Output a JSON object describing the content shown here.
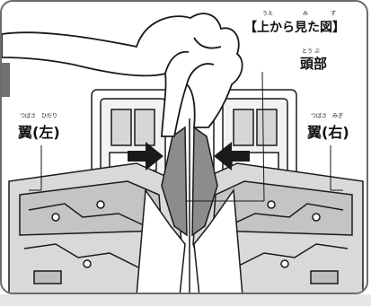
{
  "title": "【上から見た図】",
  "title_ruby": {
    "ue": "うえ",
    "mi": "み",
    "zu": "ず"
  },
  "labels": {
    "head": "頭部",
    "head_ruby": "とう ぶ",
    "wing_left": "翼(左)",
    "wing_left_ruby": "つばさ　ひだり",
    "wing_right": "翼(右)",
    "wing_right_ruby": "つばさ　みぎ"
  },
  "colors": {
    "frame": "#6b6b6b",
    "line": "#1a1a1a",
    "head_fill": "#8c8c8c",
    "light_gray": "#c8c8c8",
    "wing_fill": "#d9d9d9"
  }
}
